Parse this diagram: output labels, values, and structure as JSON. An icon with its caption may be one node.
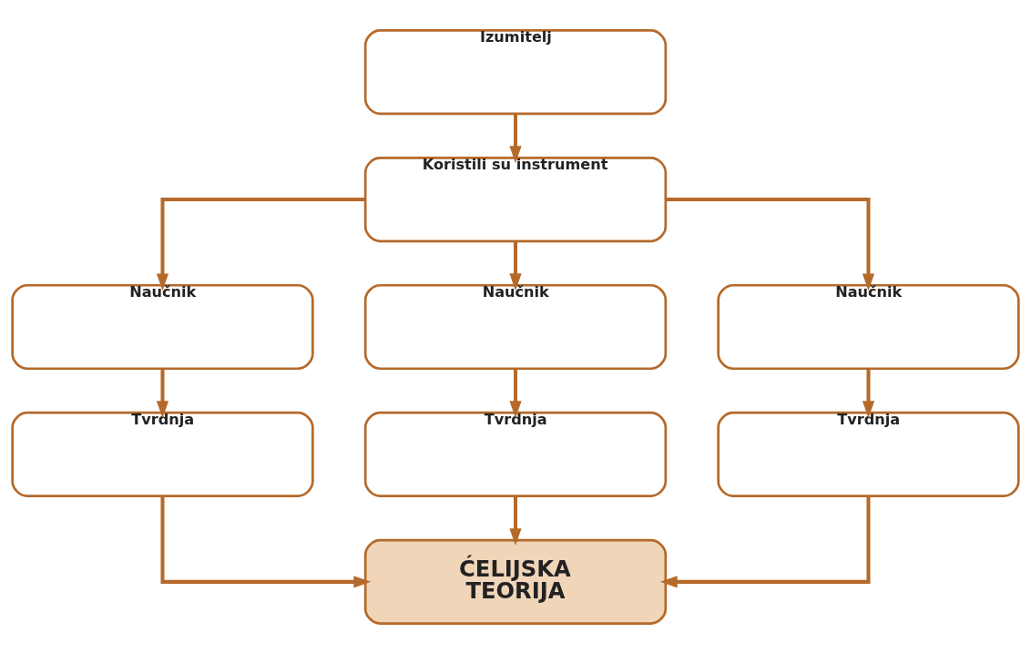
{
  "diagram": {
    "nodes": [
      {
        "text": [
          "Izumitelj"
        ]
      },
      {
        "text": [
          "Koristili su instrument"
        ]
      },
      {
        "text": [
          "Naučnik"
        ]
      },
      {
        "text": [
          "Naučnik"
        ]
      },
      {
        "text": [
          "Naučnik"
        ]
      },
      {
        "text": [
          "Tvrdnja"
        ]
      },
      {
        "text": [
          "Tvrdnja"
        ]
      },
      {
        "text": [
          "Tvrdnja"
        ]
      },
      {
        "text": [
          "ĆELIJSKA TEORIJA"
        ]
      }
    ],
    "edges": [
      {
        "from": 0,
        "to": 1,
        "arrow": "to"
      },
      {
        "from": 1,
        "to": 2,
        "arrow": "to"
      },
      {
        "from": 1,
        "to": 3,
        "arrow": "to"
      },
      {
        "from": 1,
        "to": 4,
        "arrow": "to"
      },
      {
        "from": 2,
        "to": 5,
        "arrow": "to"
      },
      {
        "from": 3,
        "to": 6,
        "arrow": "to"
      },
      {
        "from": 4,
        "to": 7,
        "arrow": "to"
      },
      {
        "from": 5,
        "to": 8,
        "arrow": "to"
      },
      {
        "from": 6,
        "to": 8,
        "arrow": "to"
      },
      {
        "from": 7,
        "to": 8,
        "arrow": "to"
      }
    ]
  }
}
